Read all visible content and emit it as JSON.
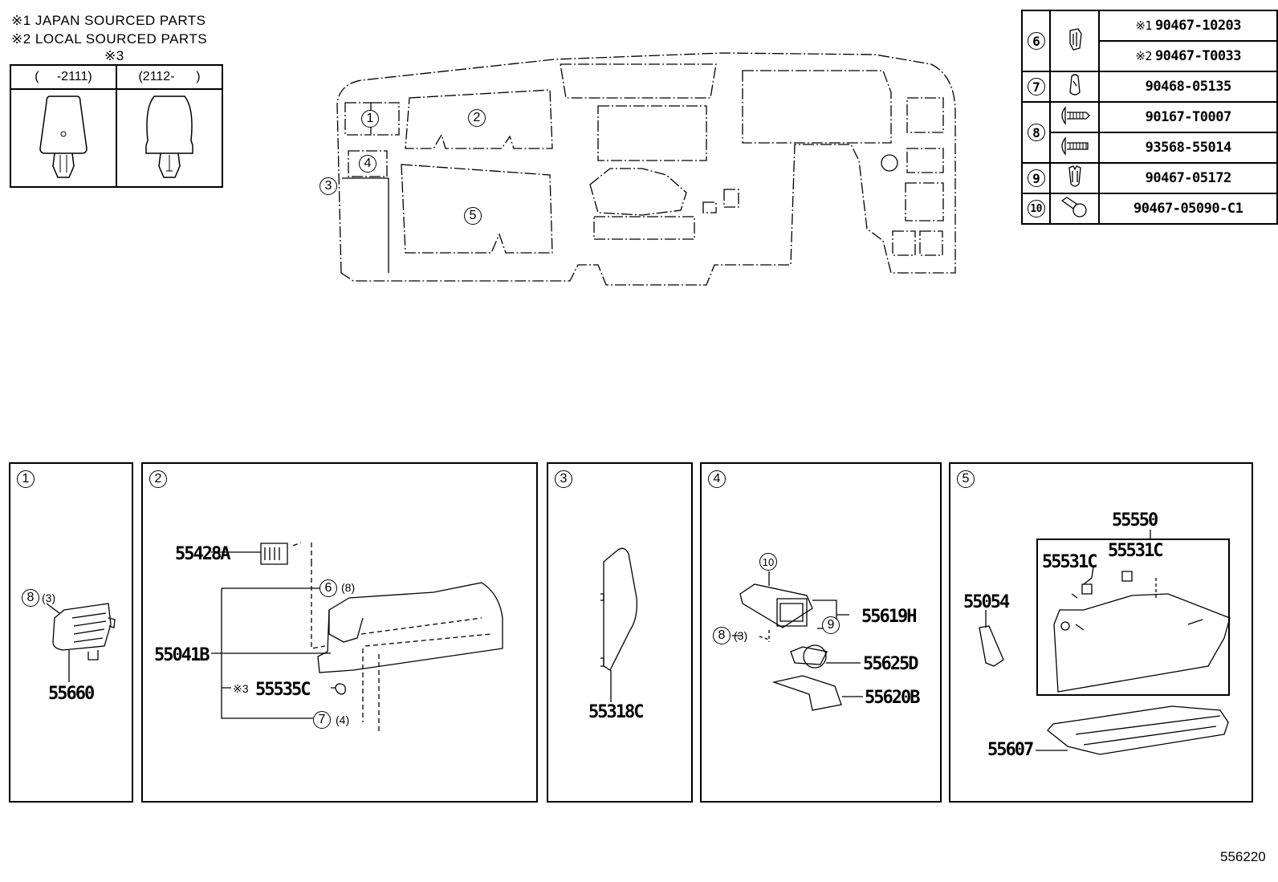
{
  "legend": {
    "note1": "※1  JAPAN SOURCED PARTS",
    "note2": "※2  LOCAL SOURCED PARTS",
    "note3": "※3"
  },
  "clip_variants": [
    {
      "range": "(     -2111)",
      "icon": "clip-cap-tapered-icon"
    },
    {
      "range": "(2112-      )",
      "icon": "clip-cap-rounded-icon"
    }
  ],
  "dashboard_callouts": [
    "1",
    "2",
    "3",
    "4",
    "5"
  ],
  "fastener_table": [
    {
      "ref": "6",
      "rows": [
        {
          "icon": "clip-icon",
          "mark": "※1",
          "part_no": "90467-10203"
        },
        {
          "icon": "",
          "mark": "※2",
          "part_no": "90467-T0033"
        }
      ]
    },
    {
      "ref": "7",
      "rows": [
        {
          "icon": "clip-icon",
          "mark": "",
          "part_no": "90468-05135"
        }
      ]
    },
    {
      "ref": "8",
      "rows": [
        {
          "icon": "screw-icon",
          "mark": "",
          "part_no": "90167-T0007"
        },
        {
          "icon": "screw-icon",
          "mark": "",
          "part_no": "93568-55014"
        }
      ]
    },
    {
      "ref": "9",
      "rows": [
        {
          "icon": "clip-icon",
          "mark": "",
          "part_no": "90467-05172"
        }
      ]
    },
    {
      "ref": "10",
      "rows": [
        {
          "icon": "push-pin-icon",
          "mark": "",
          "part_no": "90467-05090-C1"
        }
      ]
    }
  ],
  "panels": [
    {
      "ref": "1",
      "labels": {
        "callout": "8",
        "qty": "(3)",
        "part": "55660"
      }
    },
    {
      "ref": "2",
      "labels": {
        "p1": "55428A",
        "c6": "6",
        "q6": "(8)",
        "p2": "55041B",
        "note": "※3",
        "p3": "55535C",
        "c7": "7",
        "q7": "(4)"
      }
    },
    {
      "ref": "3",
      "labels": {
        "part": "55318C"
      }
    },
    {
      "ref": "4",
      "labels": {
        "c10": "10",
        "c9": "9",
        "c8": "8",
        "q8": "(3)",
        "p1": "55619H",
        "p2": "55625D",
        "p3": "55620B"
      }
    },
    {
      "ref": "5",
      "labels": {
        "p1": "55550",
        "p2": "55531C",
        "p3": "55531C",
        "p4": "55054",
        "p5": "55607"
      }
    }
  ],
  "diagram_id": "556220"
}
